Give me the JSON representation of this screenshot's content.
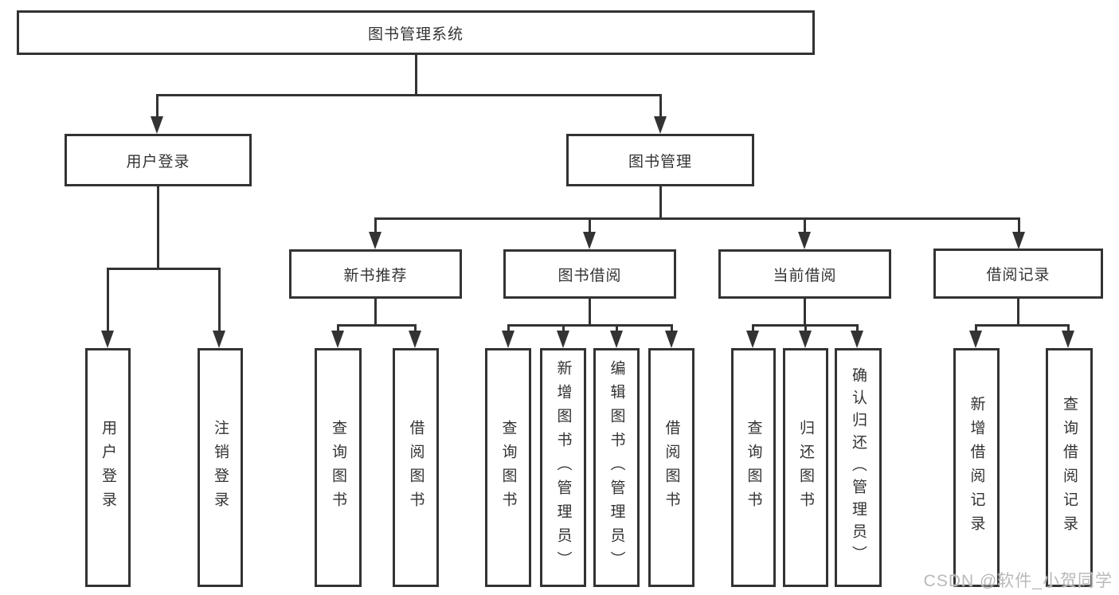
{
  "diagram": {
    "title": "图书管理系统",
    "branches": [
      {
        "label": "用户登录",
        "children": [
          "用户登录",
          "注销登录"
        ]
      },
      {
        "label": "图书管理",
        "sections": [
          {
            "label": "新书推荐",
            "children": [
              "查询图书",
              "借阅图书"
            ]
          },
          {
            "label": "图书借阅",
            "children": [
              "查询图书",
              "新增图书（管理员）",
              "编辑图书（管理员）",
              "借阅图书"
            ]
          },
          {
            "label": "当前借阅",
            "children": [
              "查询图书",
              "归还图书",
              "确认归还（管理员）"
            ]
          },
          {
            "label": "借阅记录",
            "children": [
              "新增借阅记录",
              "查询借阅记录"
            ]
          }
        ]
      }
    ],
    "colors": {
      "line": "#333333",
      "border": "#333333",
      "text": "#333333",
      "background": "#ffffff",
      "watermark": "#b9b9b9"
    }
  },
  "watermark": {
    "text": "CSDN @软件_小贺同学"
  }
}
